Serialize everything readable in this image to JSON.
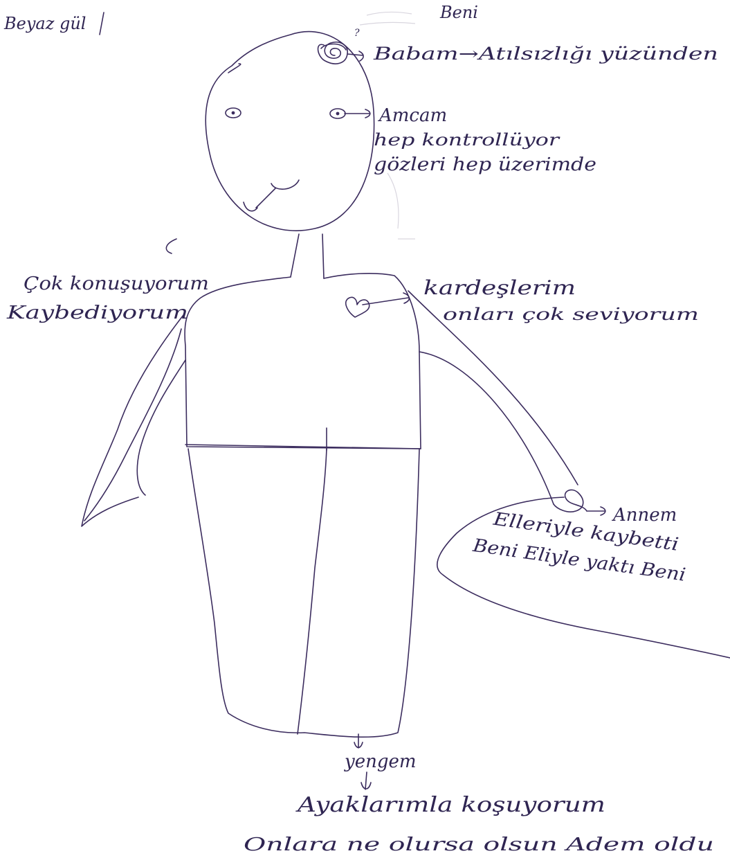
{
  "title": "Beyaz gül",
  "annotations": {
    "head_top": "Beni",
    "hair": "Babam→Atılsızlığı yüzünden",
    "hair_mark": "?",
    "eyes_1": "Amcam",
    "eyes_2": "hep kontrollüyor",
    "eyes_3": "gözleri hep üzerimde",
    "mouth_1": "Çok konuşuyorum",
    "mouth_2": "Kaybediyorum",
    "heart_1": "kardeşlerim",
    "heart_2": "onları çok seviyorum",
    "hand_1": "Annem",
    "hand_2": "Elleriyle kaybetti",
    "hand_3": "Beni Eliyle yaktı Beni",
    "legs": "yengem",
    "feet_1": "Ayaklarımla koşuyorum",
    "feet_2": "Onlara ne olursa olsun Adem oldu"
  },
  "colors": {
    "ink": "#3b2c5e",
    "text": "#2f2552",
    "paper": "#ffffff"
  }
}
